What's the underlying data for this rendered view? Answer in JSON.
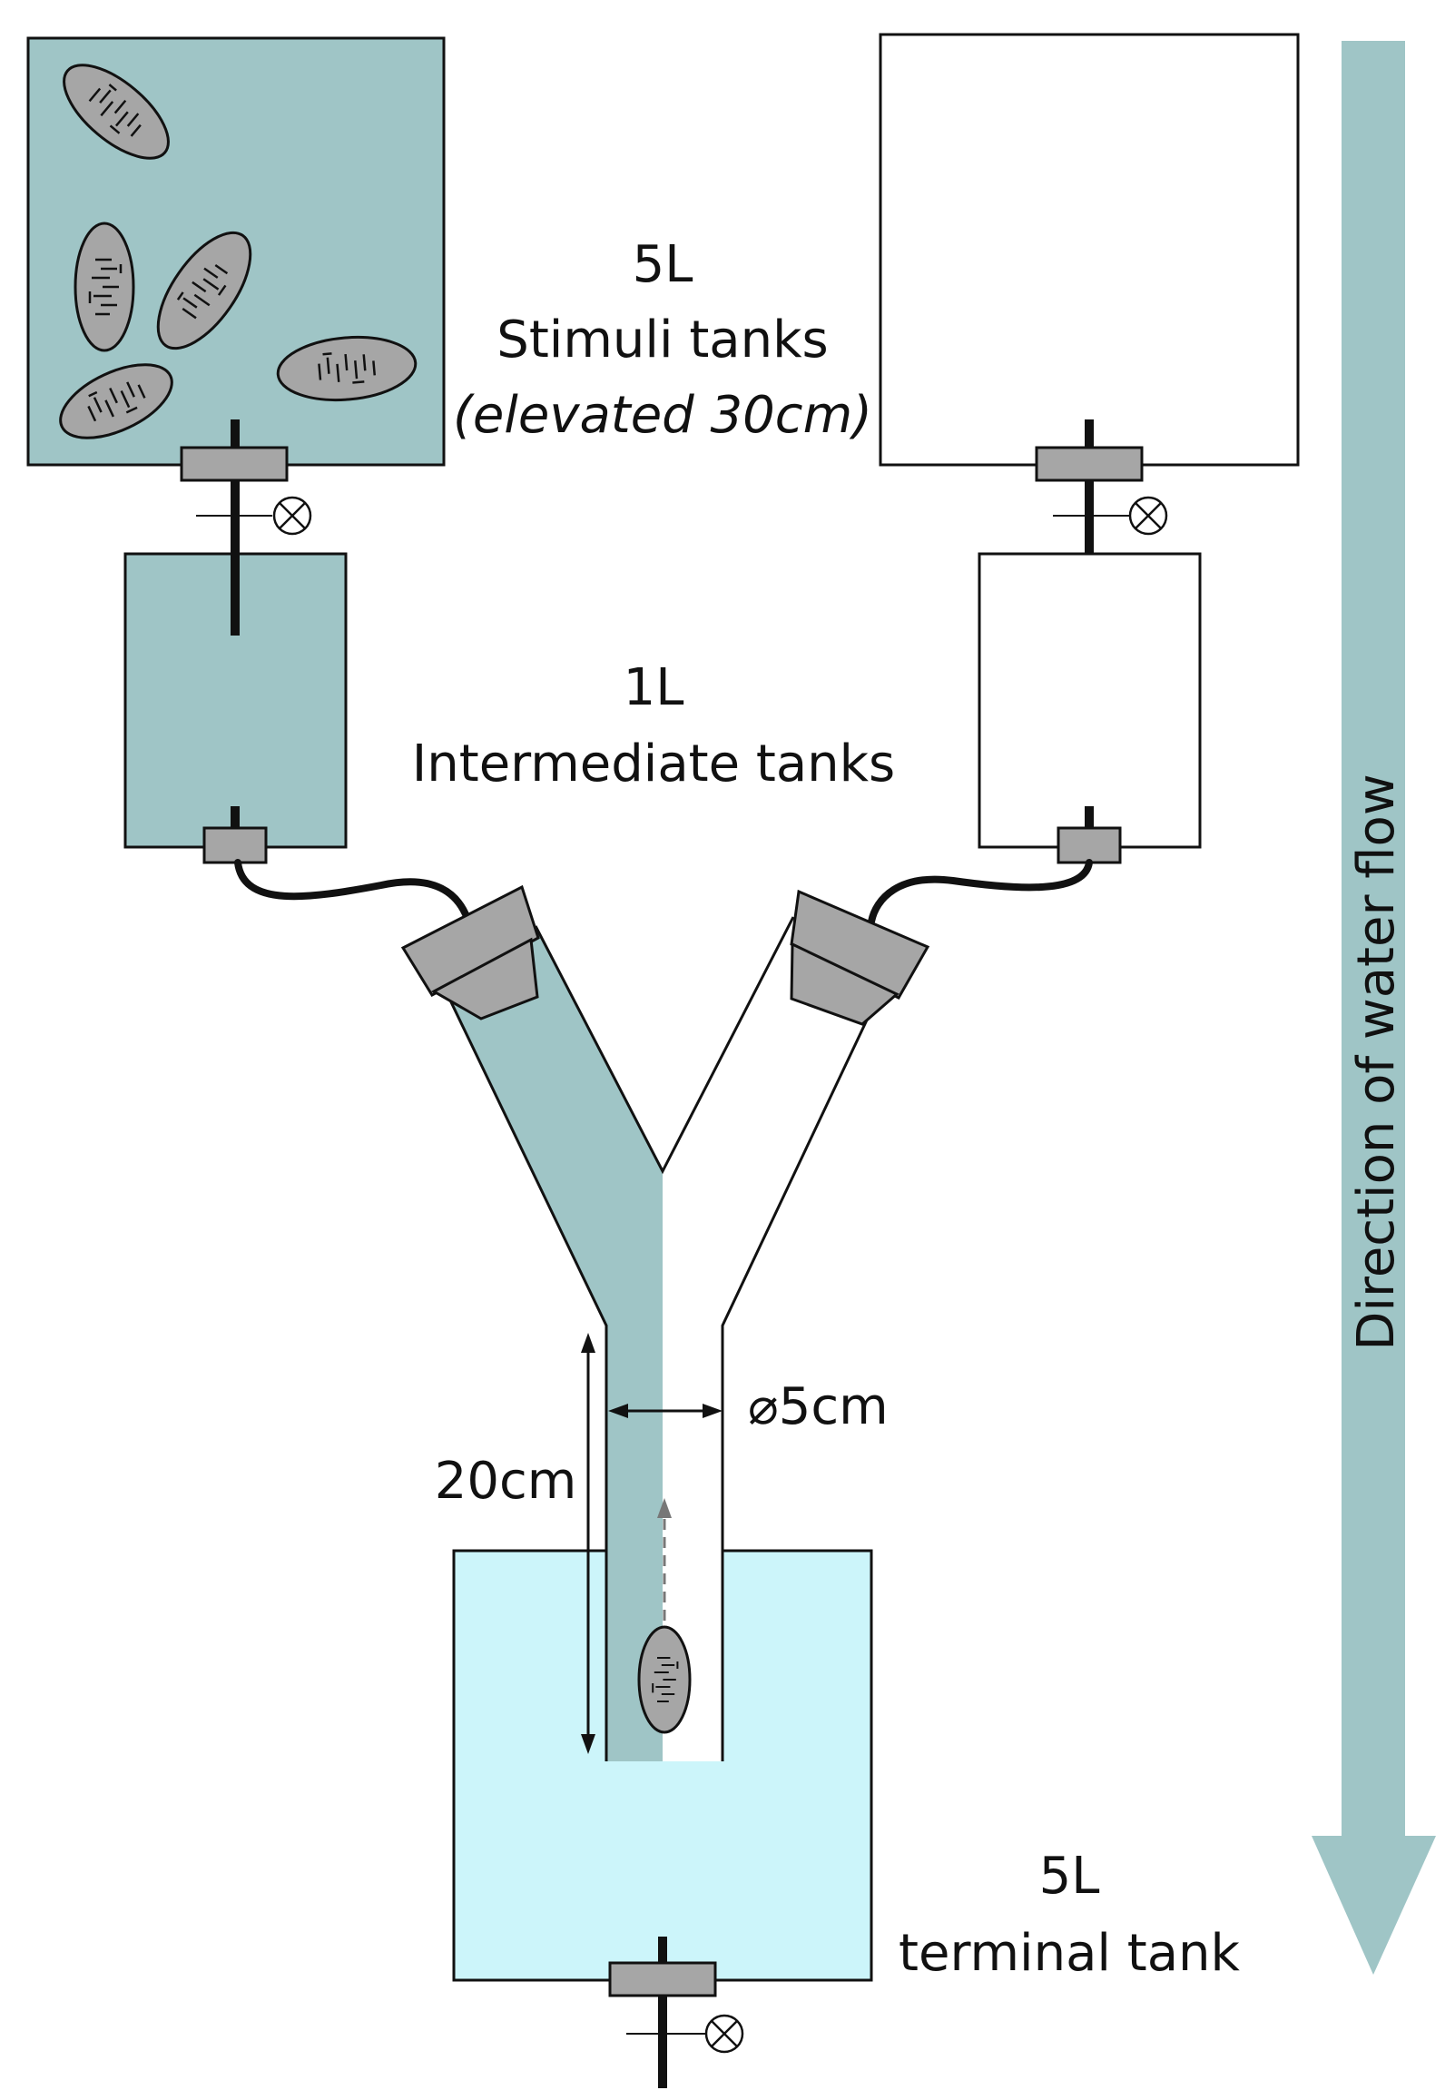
{
  "labels": {
    "stimuli_volume": "5L",
    "stimuli_name": "Stimuli tanks",
    "stimuli_note": "(elevated 30cm)",
    "intermediate_volume": "1L",
    "intermediate_name": "Intermediate tanks",
    "diameter": "⌀5cm",
    "length": "20cm",
    "terminal_volume": "5L",
    "terminal_name": "terminal tank",
    "flow_direction": "Direction of water flow"
  },
  "colors": {
    "stimulus_water": "#9FC5C6",
    "terminal_water": "#CCF5FA",
    "fittings": "#A6A6A6",
    "flow_arrow": "#9FC5C6"
  },
  "icons": [
    "valve-icon",
    "fish-icon",
    "flow-arrow-icon"
  ]
}
